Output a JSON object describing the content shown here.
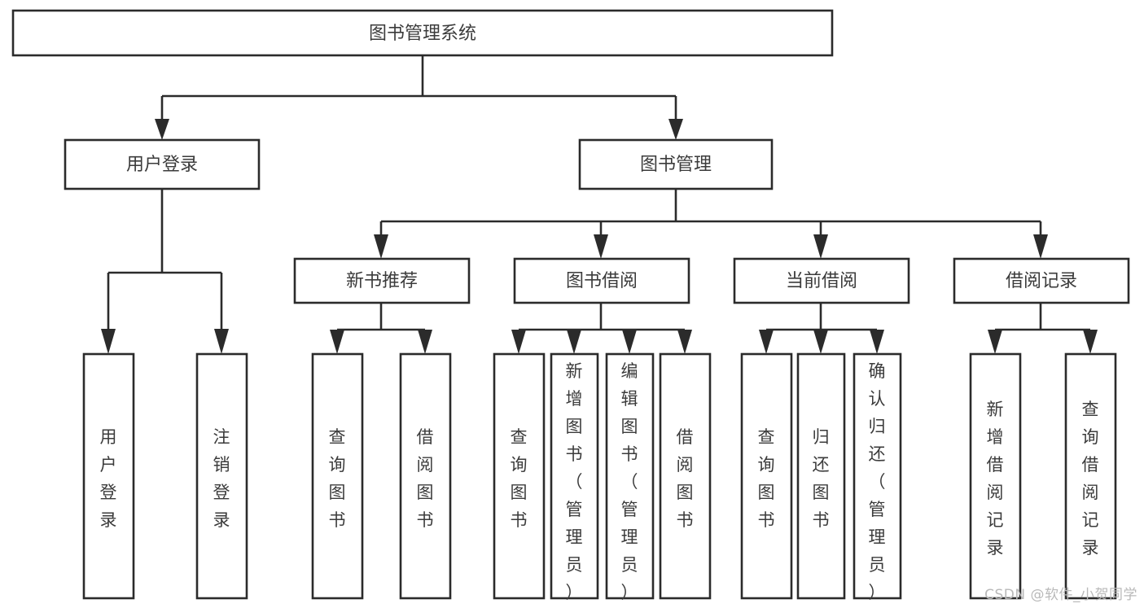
{
  "diagram": {
    "type": "tree-hierarchy",
    "title": "图书管理系统",
    "watermark": "CSDN @软件_小贺同学",
    "colors": {
      "stroke": "#2b2b2b",
      "text": "#3b3b3b",
      "background": "#ffffff",
      "watermark": "#b9b9b9"
    },
    "root": {
      "label": "图书管理系统"
    },
    "level2": [
      {
        "id": "user-login",
        "label": "用户登录"
      },
      {
        "id": "book-manage",
        "label": "图书管理"
      }
    ],
    "level3": [
      {
        "id": "new-book-recommend",
        "label": "新书推荐",
        "parent": "book-manage"
      },
      {
        "id": "book-borrow",
        "label": "图书借阅",
        "parent": "book-manage"
      },
      {
        "id": "current-borrow",
        "label": "当前借阅",
        "parent": "book-manage"
      },
      {
        "id": "borrow-record",
        "label": "借阅记录",
        "parent": "book-manage"
      }
    ],
    "leaves": [
      {
        "id": "leaf-user-login",
        "label": "用户登录",
        "parent": "user-login"
      },
      {
        "id": "leaf-logout",
        "label": "注销登录",
        "parent": "user-login"
      },
      {
        "id": "leaf-query-book-1",
        "label": "查询图书",
        "parent": "new-book-recommend"
      },
      {
        "id": "leaf-borrow-book-1",
        "label": "借阅图书",
        "parent": "new-book-recommend"
      },
      {
        "id": "leaf-query-book-2",
        "label": "查询图书",
        "parent": "book-borrow"
      },
      {
        "id": "leaf-add-book",
        "label": "新增图书（管理员）",
        "parent": "book-borrow"
      },
      {
        "id": "leaf-edit-book",
        "label": "编辑图书（管理员）",
        "parent": "book-borrow"
      },
      {
        "id": "leaf-borrow-book-2",
        "label": "借阅图书",
        "parent": "book-borrow"
      },
      {
        "id": "leaf-query-book-3",
        "label": "查询图书",
        "parent": "current-borrow"
      },
      {
        "id": "leaf-return-book",
        "label": "归还图书",
        "parent": "current-borrow"
      },
      {
        "id": "leaf-confirm-return",
        "label": "确认归还（管理员）",
        "parent": "current-borrow"
      },
      {
        "id": "leaf-add-record",
        "label": "新增借阅记录",
        "parent": "borrow-record"
      },
      {
        "id": "leaf-query-record",
        "label": "查询借阅记录",
        "parent": "borrow-record"
      }
    ]
  }
}
